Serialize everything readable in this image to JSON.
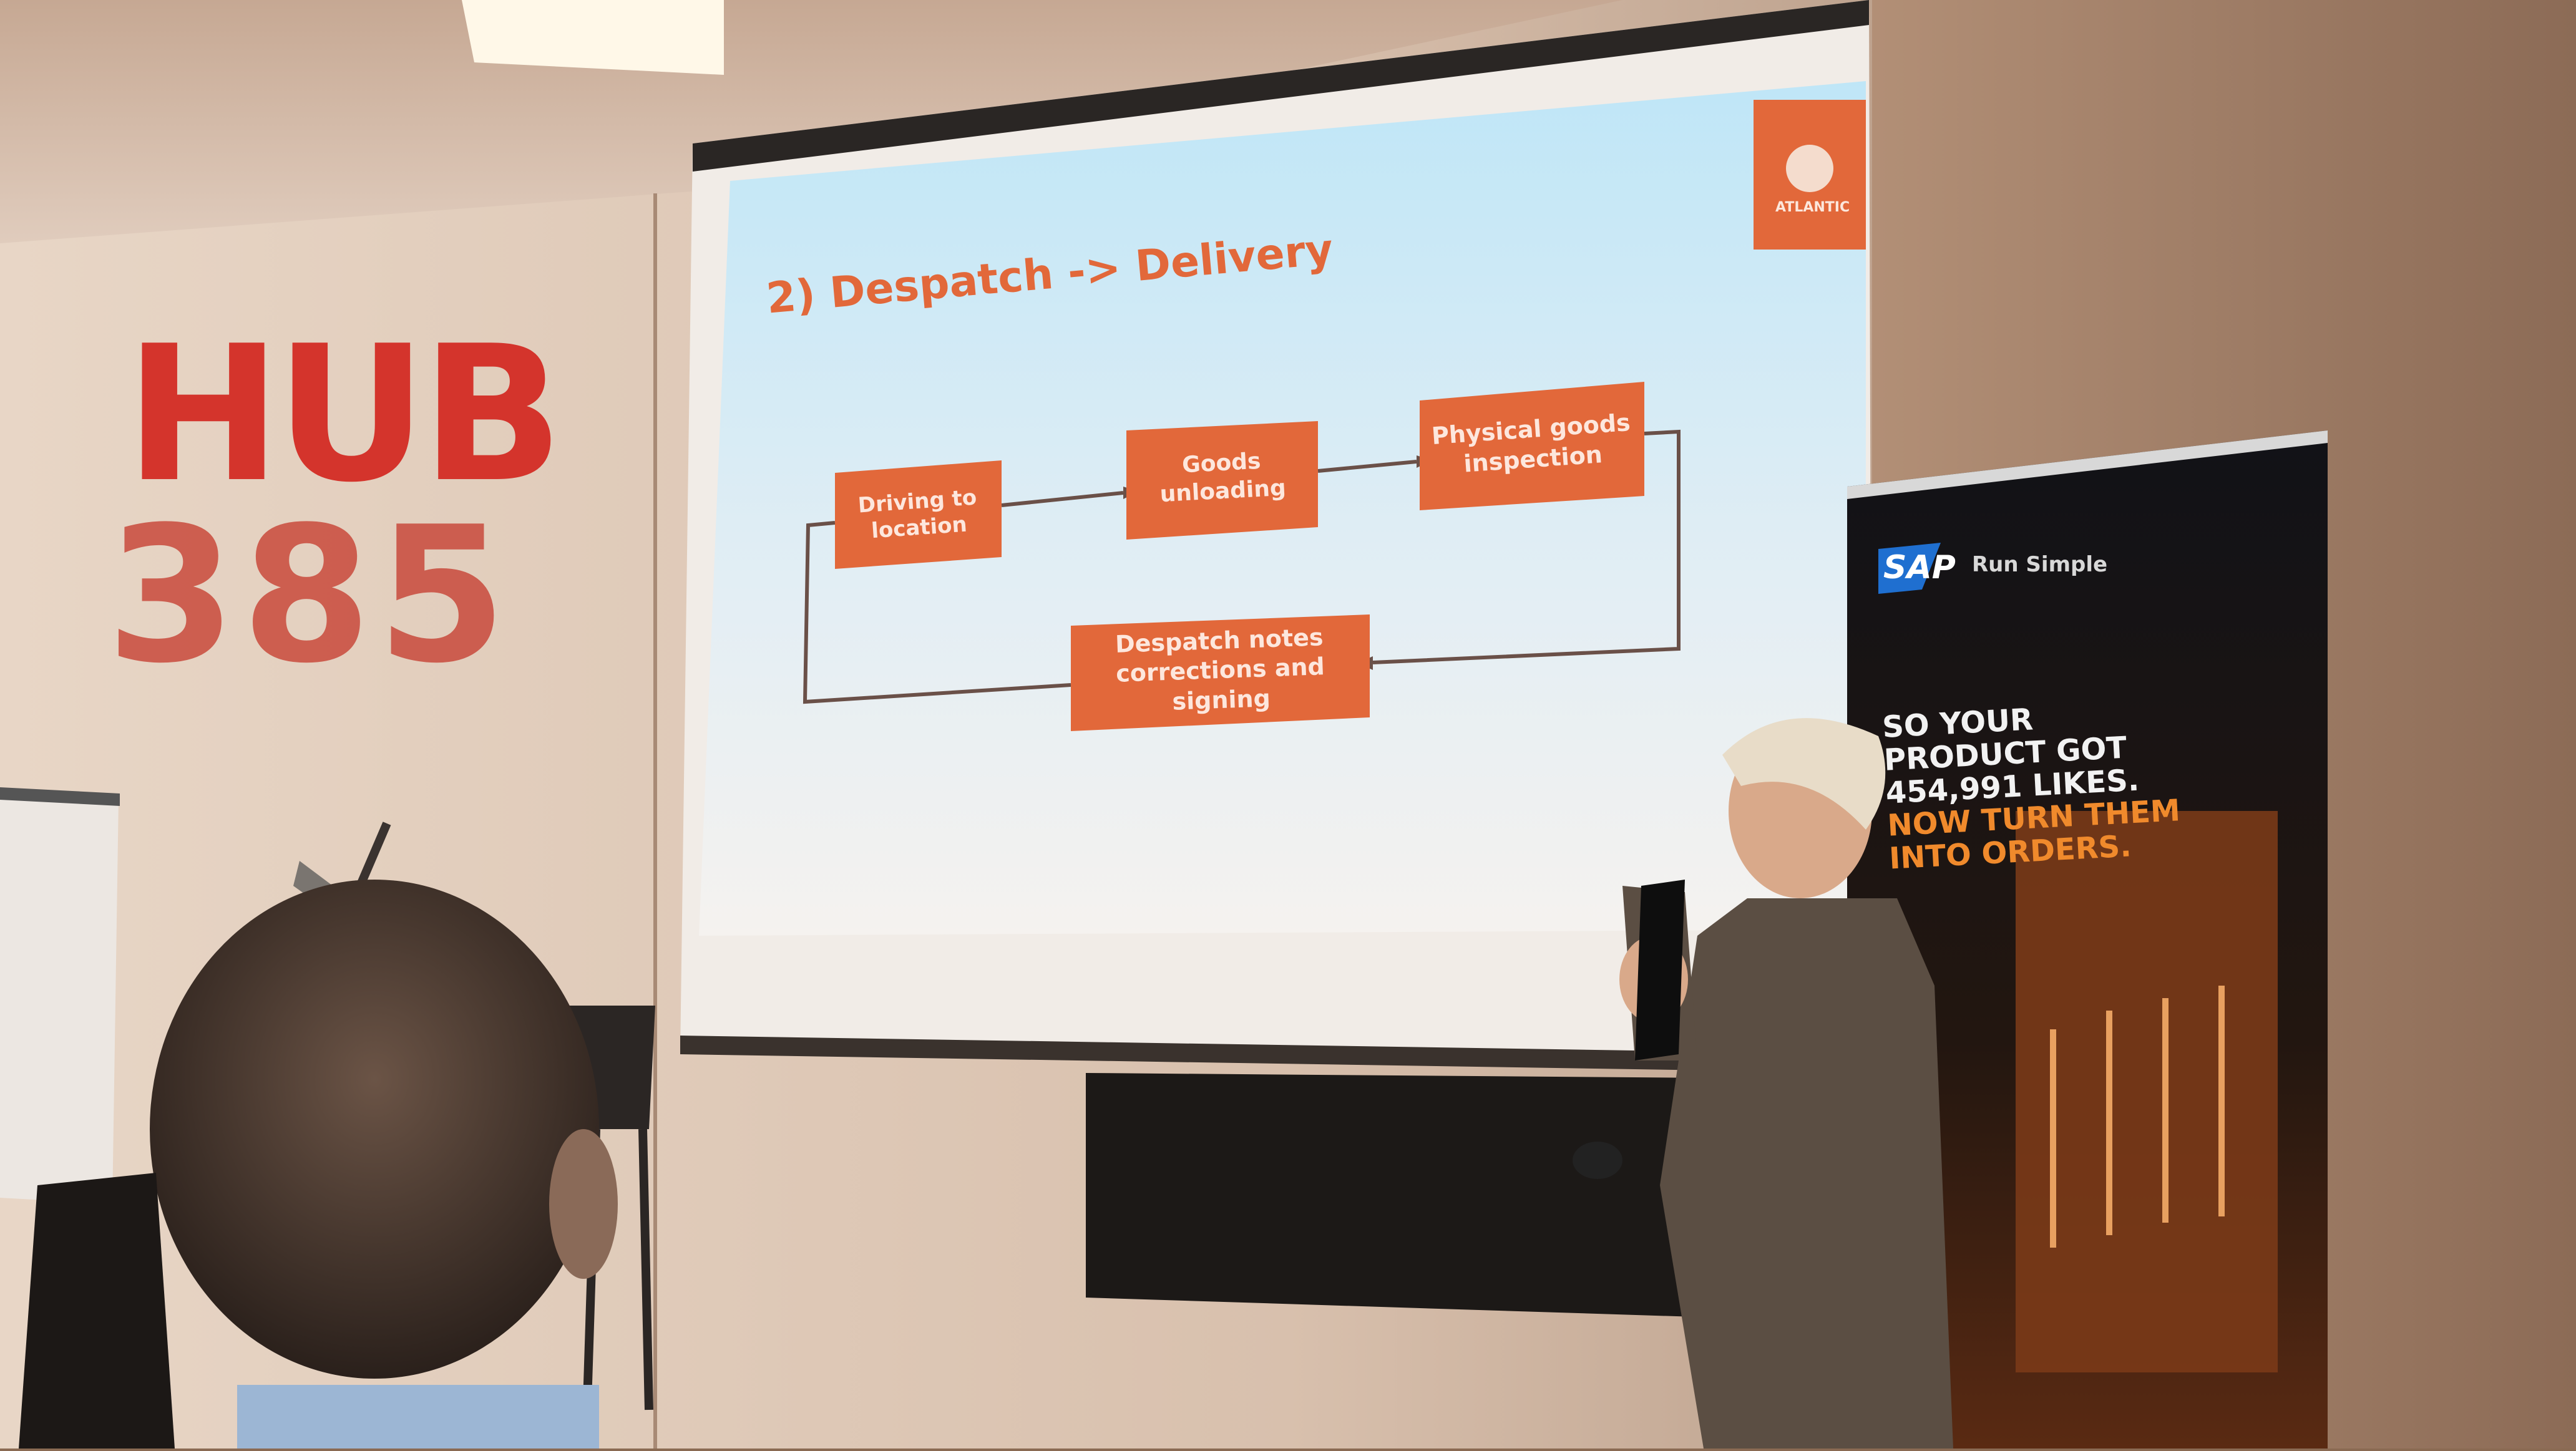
{
  "wall_sign": {
    "line1": "HUB",
    "line2": "385"
  },
  "slide": {
    "title": "2) Despatch -> Delivery",
    "logo_text": "ATLANTIC",
    "steps": [
      {
        "label": "Driving to\nlocation"
      },
      {
        "label": "Goods\nunloading"
      },
      {
        "label": "Physical goods\ninspection"
      },
      {
        "label": "Despatch notes\ncorrections and signing"
      }
    ]
  },
  "banner": {
    "brand": "SAP",
    "tagline": "Run Simple",
    "headline_lines": [
      "SO YOUR",
      "PRODUCT GOT",
      "454,991 LIKES."
    ],
    "accent_lines": [
      "NOW TURN THEM",
      "INTO ORDERS."
    ]
  },
  "colors": {
    "slide_box": "#e2683a",
    "slide_bg_top": "#bfe6f7",
    "banner_bg": "#111217",
    "banner_accent": "#f08a2c",
    "wall": "#e3d1c2",
    "hub_red": "#d4342c"
  }
}
